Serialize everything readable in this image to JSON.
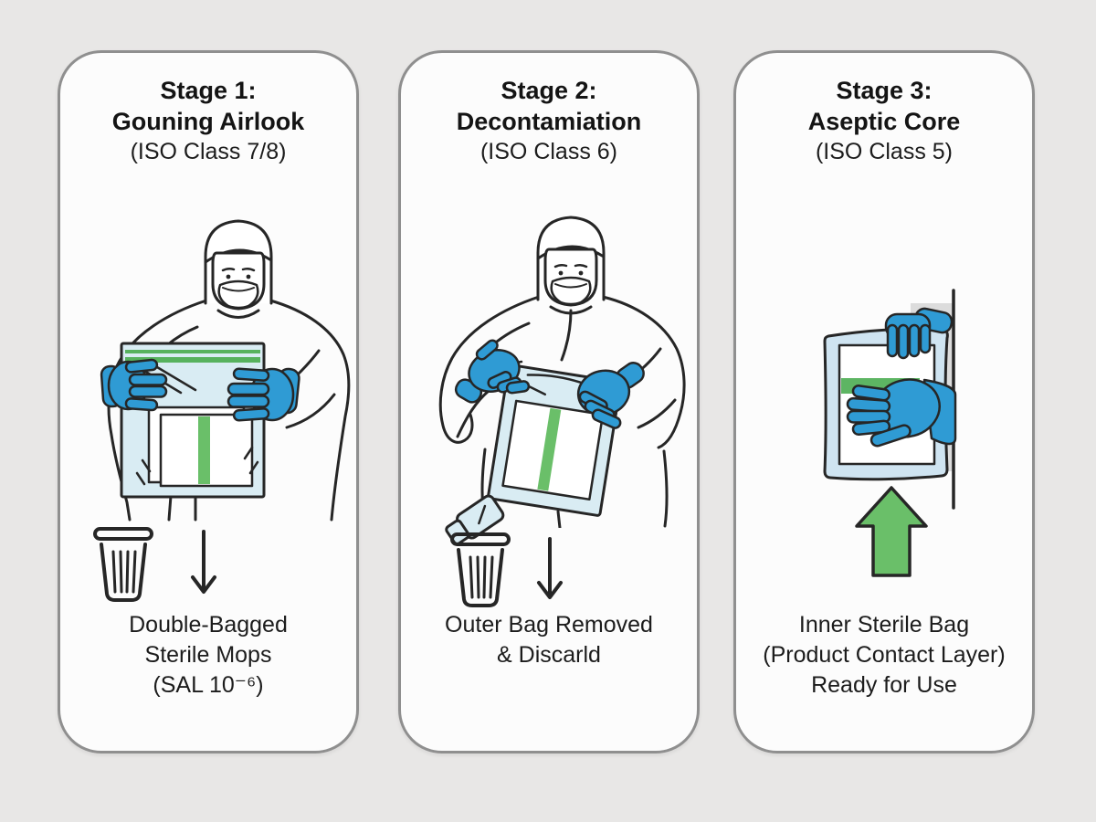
{
  "stages": [
    {
      "title": "Stage 1:",
      "name": "Gouning Airlook",
      "iso": "(ISO Class 7/8)",
      "caption1": "Double-Bagged",
      "caption2": "Sterile Mops",
      "caption3": "(SAL 10⁻⁶)",
      "icons": [
        "trash-can-icon",
        "arrow-down-icon"
      ]
    },
    {
      "title": "Stage 2:",
      "name": "Decontamiation",
      "iso": "(ISO Class 6)",
      "caption1": "Outer Bag Removed",
      "caption2": "& Discarld",
      "caption3": "",
      "icons": [
        "trash-can-with-discarded-bag-icon",
        "arrow-down-icon"
      ]
    },
    {
      "title": "Stage 3:",
      "name": "Aseptic Core",
      "iso": "(ISO Class 5)",
      "caption1": "Inner Sterile Bag",
      "caption2": "(Product Contact Layer)",
      "caption3": "Ready for Use",
      "icons": [
        "arrow-up-icon"
      ]
    }
  ],
  "colors": {
    "background": "#e8e7e6",
    "panel_fill": "#fcfcfc",
    "panel_border": "#8f8f8f",
    "outline": "#262626",
    "glove_blue": "#2f9bd4",
    "bag_blue": "#d9ecf3",
    "package_border_blue": "#cfe4f1",
    "seal_green": "#57b25e",
    "stripe_green": "#6abf69",
    "arrow_green": "#6abf69",
    "hatch_gray": "#dcdcdc"
  }
}
